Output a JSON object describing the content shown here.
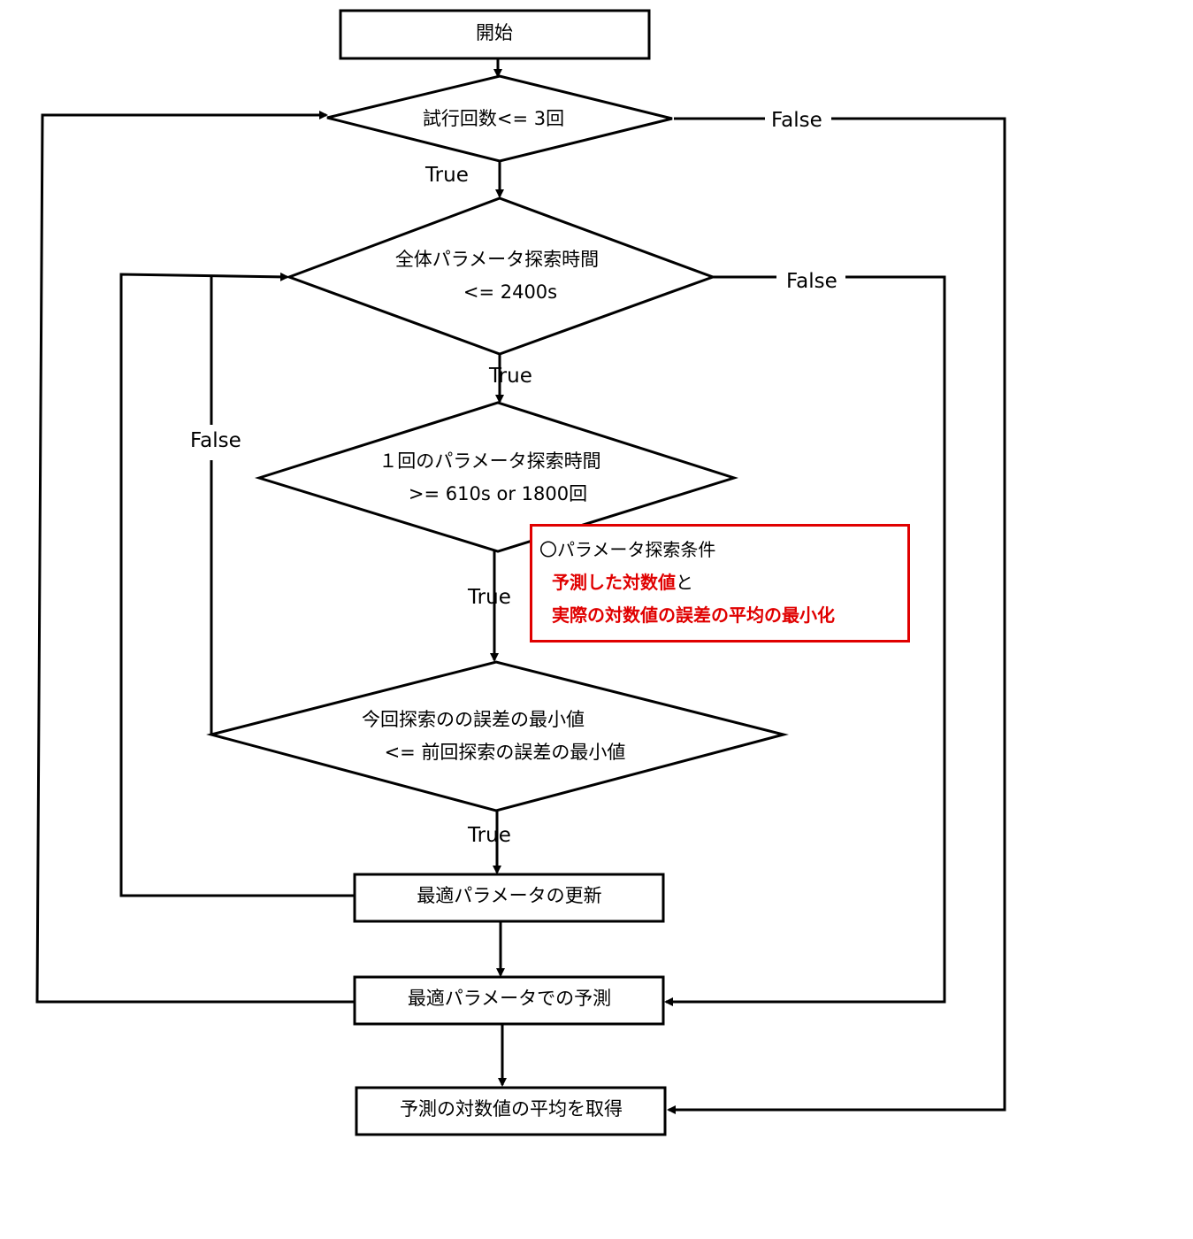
{
  "nodes": {
    "start": "開始",
    "trial_cond": "試行回数<= 3回",
    "total_time_line1": "全体パラメータ探索時間",
    "total_time_line2": "<= 2400s",
    "single_time_line1": "１回のパラメータ探索時間",
    "single_time_line2": ">= 610s or 1800回",
    "error_cmp_line1": "今回探索のの誤差の最小値",
    "error_cmp_line2": "<= 前回探索の誤差の最小値",
    "update_params": "最適パラメータの更新",
    "predict": "最適パラメータでの予測",
    "average": "予測の対数値の平均を取得"
  },
  "labels": {
    "true": "True",
    "false": "False"
  },
  "note": {
    "title": "〇パラメータ探索条件",
    "line2_red": "予測した対数値",
    "line2_tail": "と",
    "line3_red": "実際の対数値の誤差の平均の最小化"
  },
  "colors": {
    "line": "#000000",
    "note_border": "#e00000",
    "note_highlight": "#e00000"
  }
}
